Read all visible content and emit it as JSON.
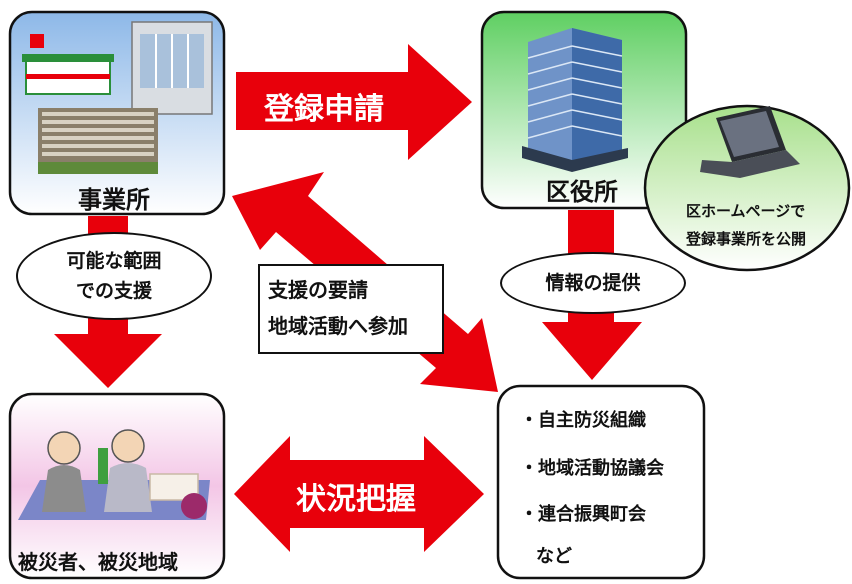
{
  "nodes": {
    "office": {
      "label": "事業所"
    },
    "ward": {
      "label": "区役所"
    },
    "victims": {
      "label": "被災者、被災地域"
    },
    "orgs": {
      "items": [
        "・自主防災組織",
        "・地域活動協議会",
        "・連合振興町会",
        "など"
      ]
    },
    "homepage": {
      "line1": "区ホームページで",
      "line2": "登録事業所を公開"
    }
  },
  "arrows": {
    "registration": "登録申請",
    "situation": "状況把握"
  },
  "bubbles": {
    "support_possible": {
      "line1": "可能な範囲",
      "line2": "での支援"
    },
    "info": "情報の提供"
  },
  "request_box": {
    "line1": "支援の要請",
    "line2": "地域活動へ参加"
  },
  "colors": {
    "arrow_red": "#e8000b",
    "ward_green": "#8fd98f",
    "office_blue": "#bcd6f2",
    "victims_pink": "#f7d3ea",
    "homepage_green": "#c6eeb4"
  }
}
